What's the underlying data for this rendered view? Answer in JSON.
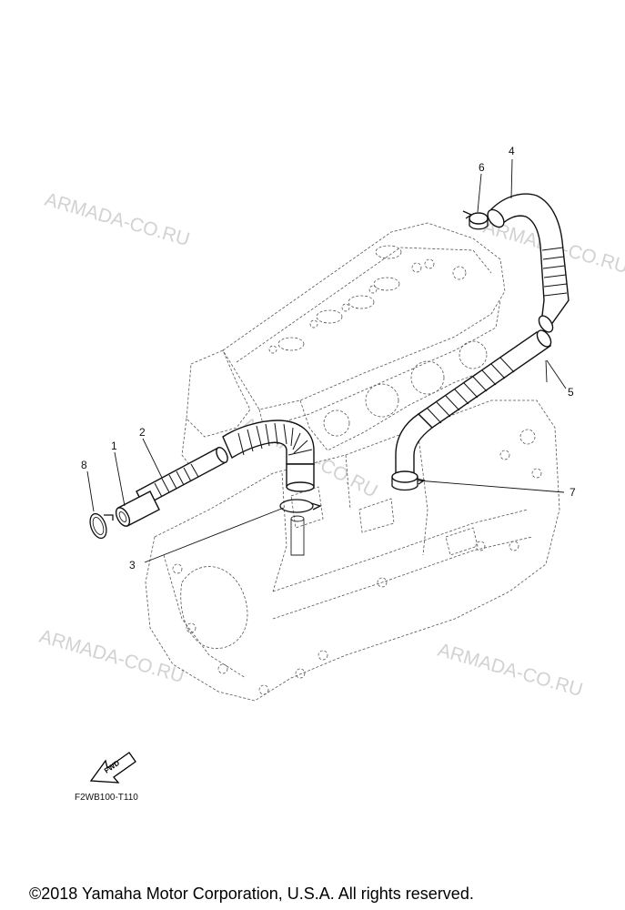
{
  "watermarks": [
    "ARMADA-CO.RU",
    "ARMADA-CO.RU",
    "ARMADA-CO.RU",
    "ARMADA-CO.RU",
    "ARMADA-CO.RU"
  ],
  "callouts": [
    "1",
    "2",
    "3",
    "4",
    "5",
    "6",
    "7",
    "8"
  ],
  "fwd_label": "FWD",
  "diagram_code": "F2WB100-T110",
  "copyright": "©2018 Yamaha Motor Corporation, U.S.A. All rights reserved."
}
